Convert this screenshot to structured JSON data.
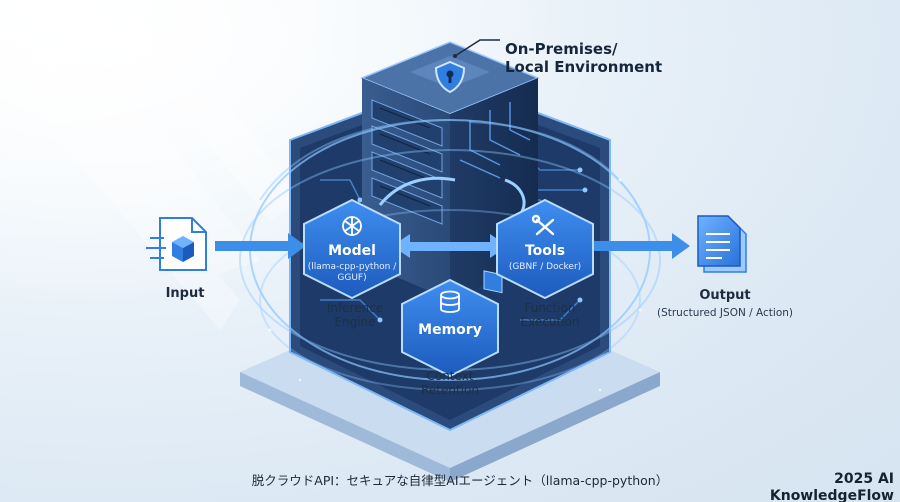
{
  "environment": {
    "line1": "On-Premises/",
    "line2": "Local Environment"
  },
  "input": {
    "label": "Input"
  },
  "output": {
    "label": "Output",
    "sub": "(Structured JSON / Action)"
  },
  "model": {
    "title": "Model",
    "sub": "(llama-cpp-python / GGUF)",
    "caption": "Inference Engine"
  },
  "tools": {
    "title": "Tools",
    "sub": "(GBNF / Docker)",
    "caption": "Function Execution"
  },
  "memory": {
    "title": "Memory",
    "caption": "Context Retention"
  },
  "footer": {
    "caption": "脱クラウドAPI：セキュアな自律型AIエージェント（llama-cpp-python）",
    "brand": "2025 AI KnowledgeFlow"
  },
  "colors": {
    "accent": "#2f7ee0",
    "dark": "#1b3a68",
    "arrow": "#3d8ee8",
    "glow": "#8cc6ff"
  },
  "icons": {
    "environment": "shield-lock-icon",
    "input": "cube-document-icon",
    "output": "document-icon",
    "model": "openai-knot-icon",
    "tools": "wrench-screwdriver-icon",
    "memory": "database-icon"
  }
}
